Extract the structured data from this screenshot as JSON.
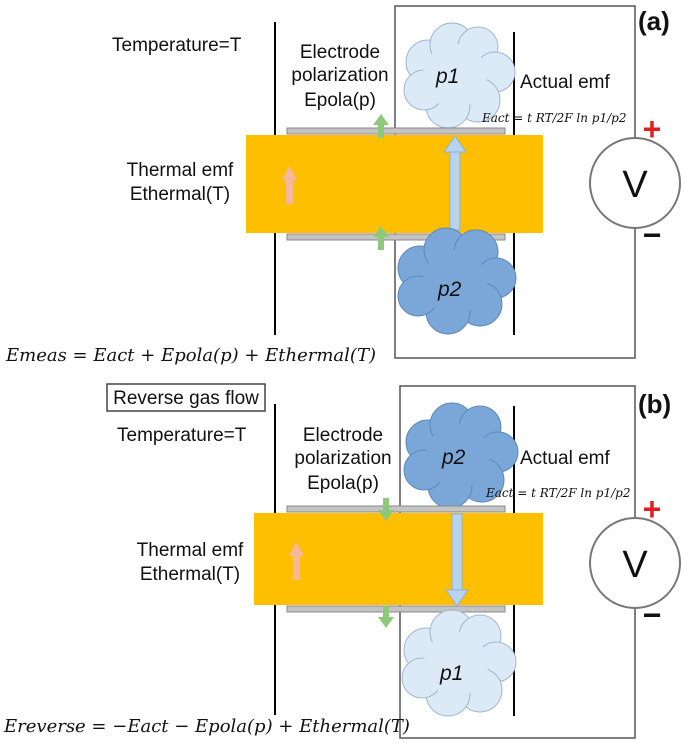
{
  "panel_a": {
    "tag": "(a)",
    "temperature": "Temperature=T",
    "electrode_line1": "Electrode",
    "electrode_line2": "polarization",
    "electrode_symbol": "Epola(p)",
    "thermal_line1": "Thermal emf",
    "thermal_symbol": "Ethermal(T)",
    "actual_label": "Actual emf",
    "actual_formula": "Eact = t RT/2F ln p1/p2",
    "top_gas": "p1",
    "bottom_gas": "p2",
    "equation": "Emeas = Eact + Epola(p) + Ethermal(T)"
  },
  "panel_b": {
    "tag": "(b)",
    "reverse_box": "Reverse gas flow",
    "temperature": "Temperature=T",
    "electrode_line1": "Electrode",
    "electrode_line2": "polarization",
    "electrode_symbol": "Epola(p)",
    "thermal_line1": "Thermal emf",
    "thermal_symbol": "Ethermal(T)",
    "actual_label": "Actual emf",
    "actual_formula": "Eact = t RT/2F ln p1/p2",
    "top_gas": "p2",
    "bottom_gas": "p1",
    "equation": "Ereverse = −Eact − Epola(p) + Ethermal(T)"
  },
  "voltmeter": {
    "symbol": "V",
    "plus": "+",
    "minus": "−"
  },
  "colors": {
    "electrolyte": "#fdbf00",
    "electrode": "#c4c4c4",
    "light_cloud": "#dceaf7",
    "dark_cloud": "#7aa6d8",
    "green_arrow": "#8dc97a",
    "light_arrow": "#b8d3ee",
    "orange_arrow": "#f6b89c",
    "plus": "#e02020"
  }
}
